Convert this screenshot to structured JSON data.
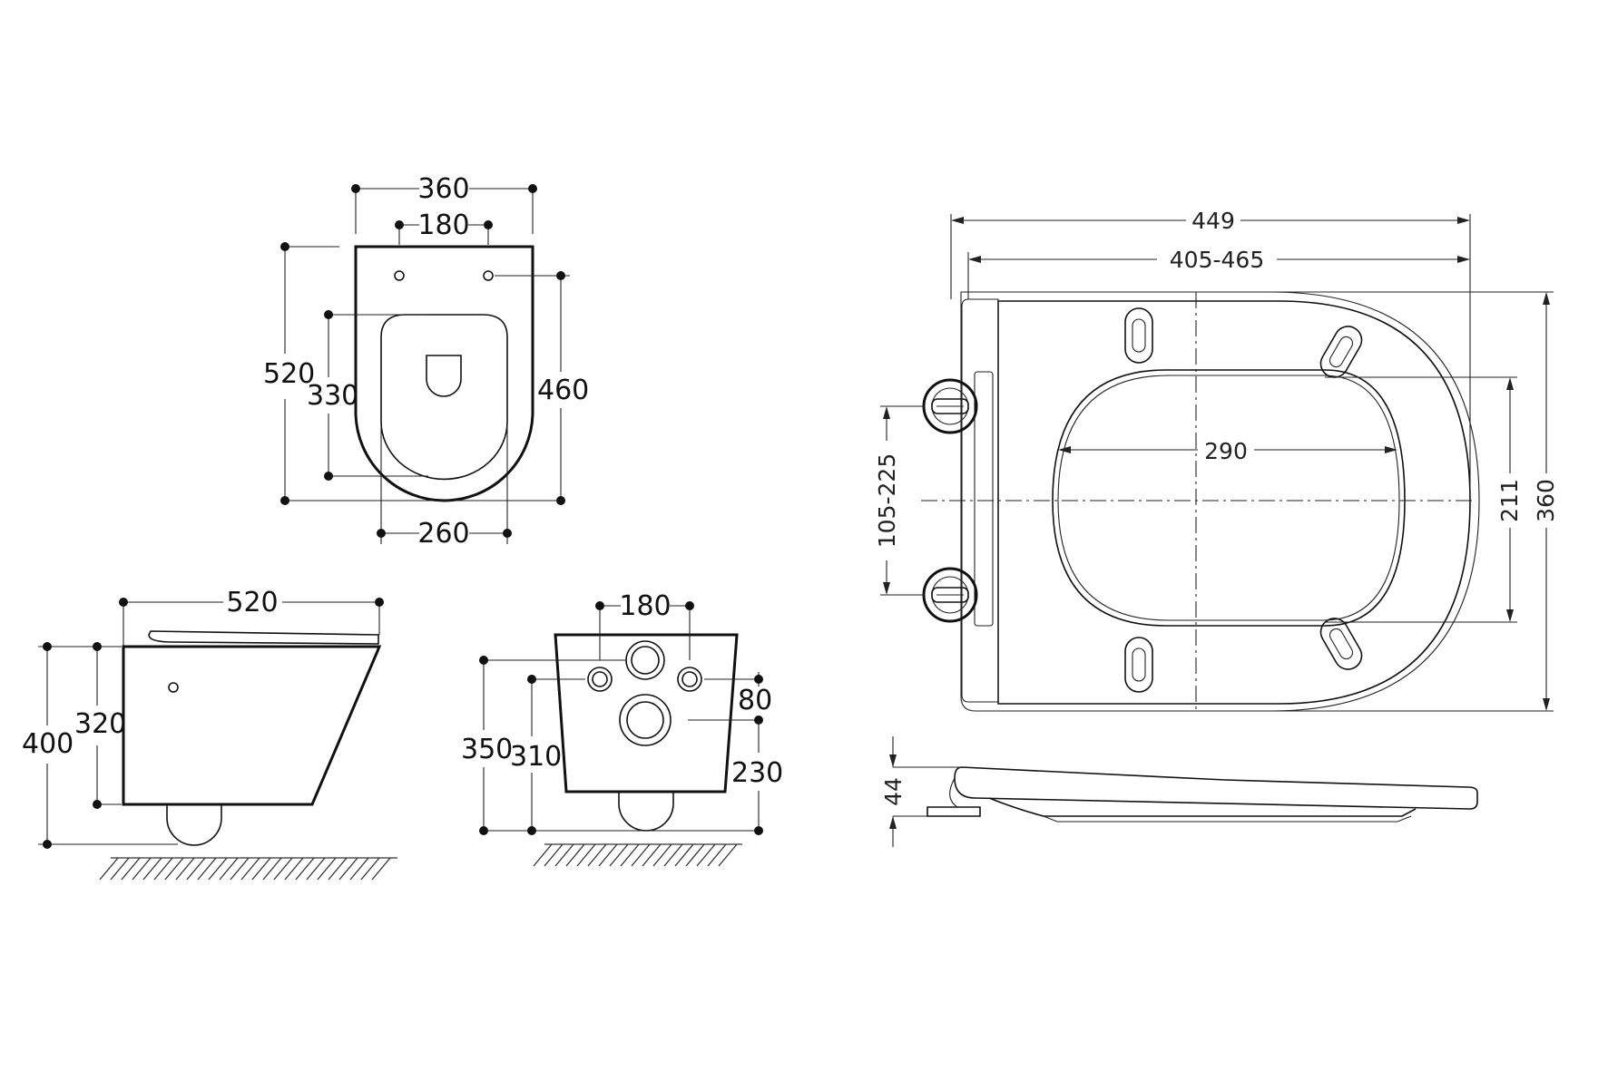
{
  "top_view": {
    "width_overall": "360",
    "fixing_spacing": "180",
    "length_overall": "520",
    "bowl_length": "330",
    "fixing_to_front": "460",
    "bowl_width": "260"
  },
  "side_view": {
    "length": "520",
    "height_total": "400",
    "height_body": "320"
  },
  "rear_view": {
    "fixing_spacing": "180",
    "inlet_height": "350",
    "fixing_height": "310",
    "fixing_offset": "80",
    "outlet_height": "230"
  },
  "seat_view": {
    "length": "449",
    "length_range": "405-465",
    "inner_width": "290",
    "hinge_range": "105-225",
    "inner_length": "211",
    "width": "360",
    "thickness": "44"
  }
}
